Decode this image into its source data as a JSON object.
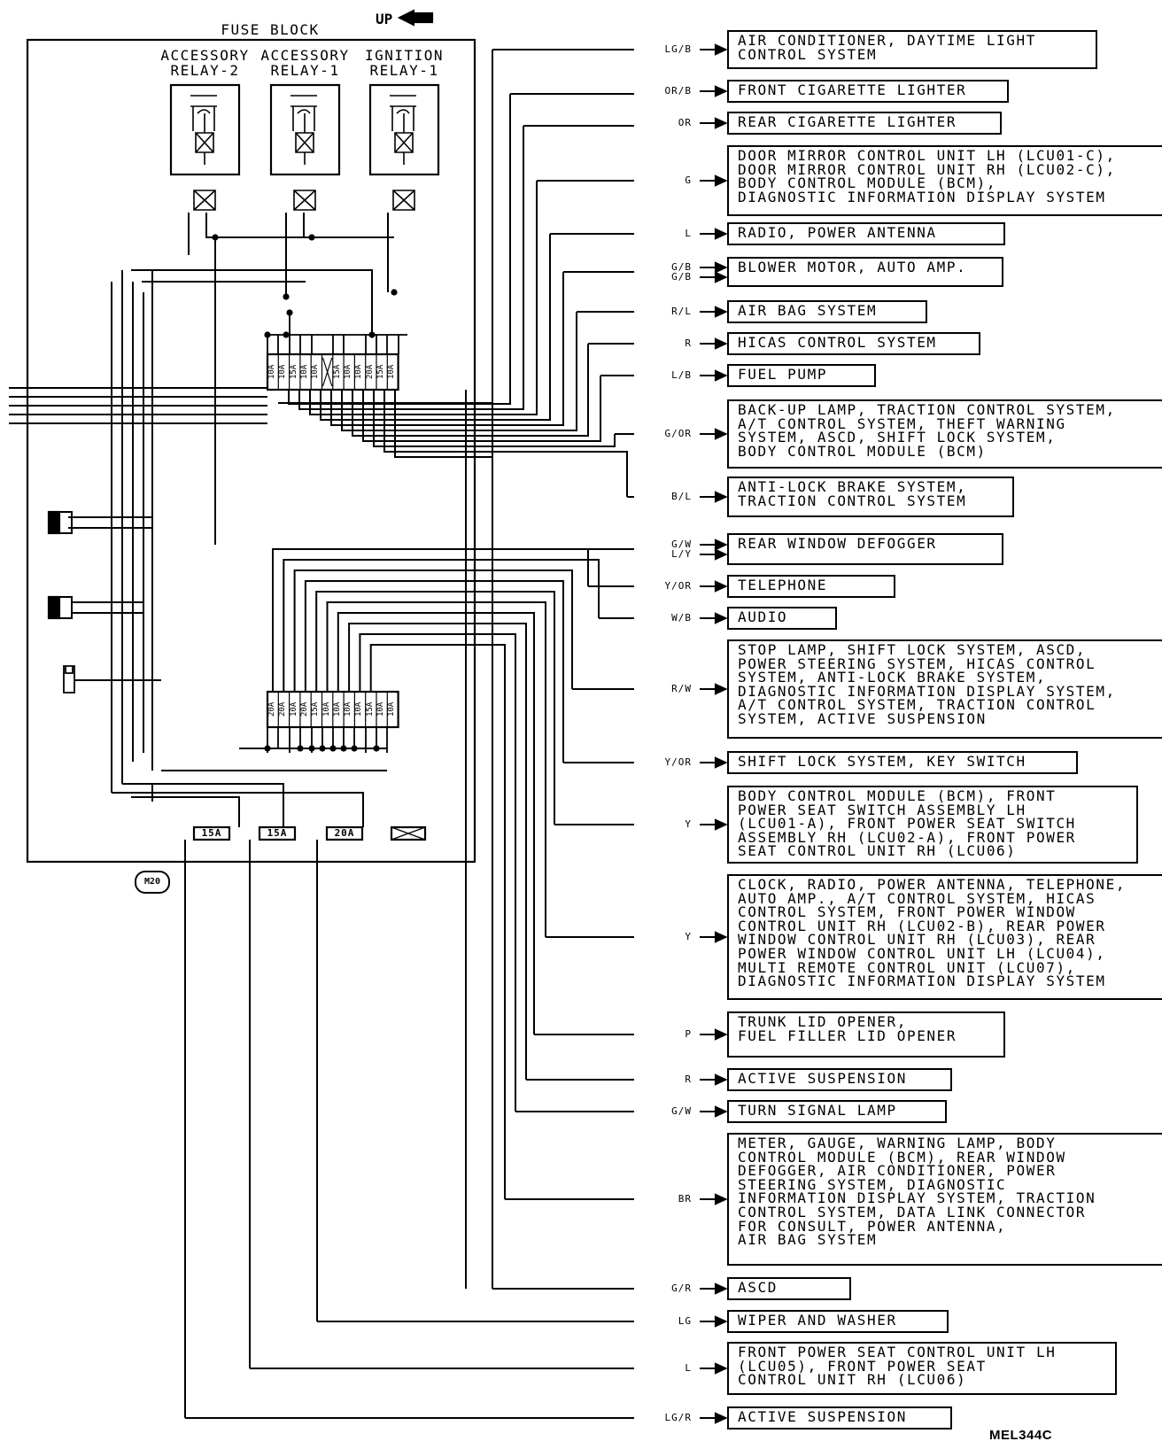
{
  "fuse_block": {
    "title": "FUSE BLOCK",
    "up_label": "UP",
    "relays": [
      {
        "line1": "ACCESSORY",
        "line2": "RELAY-2"
      },
      {
        "line1": "ACCESSORY",
        "line2": "RELAY-1"
      },
      {
        "line1": "IGNITION",
        "line2": "RELAY-1"
      }
    ],
    "upper_fuses": [
      "10A",
      "10A",
      "15A",
      "10A",
      "10A",
      "",
      "15A",
      "10A",
      "10A",
      "20A",
      "15A",
      "10A"
    ],
    "lower_fuses": [
      "20A",
      "20A",
      "10A",
      "20A",
      "15A",
      "10A",
      "10A",
      "10A",
      "10A",
      "15A",
      "10A",
      "10A"
    ],
    "bottom_fuses": [
      "15A",
      "15A",
      "20A"
    ],
    "connector_tag": "M20"
  },
  "circuits": [
    {
      "wire": "LG/B",
      "lines": [
        "AIR CONDITIONER, DAYTIME LIGHT",
        "CONTROL SYSTEM"
      ]
    },
    {
      "wire": "OR/B",
      "lines": [
        "FRONT CIGARETTE LIGHTER"
      ]
    },
    {
      "wire": "OR",
      "lines": [
        "REAR CIGARETTE LIGHTER"
      ]
    },
    {
      "wire": "G",
      "lines": [
        "DOOR MIRROR CONTROL UNIT LH (LCU01-C),",
        "DOOR MIRROR CONTROL UNIT RH (LCU02-C),",
        "BODY CONTROL MODULE (BCM),",
        "DIAGNOSTIC INFORMATION DISPLAY SYSTEM"
      ]
    },
    {
      "wire": "L",
      "lines": [
        "RADIO, POWER ANTENNA"
      ]
    },
    {
      "wire": "G/B",
      "wire2": "G/B",
      "lines": [
        "BLOWER MOTOR, AUTO AMP."
      ]
    },
    {
      "wire": "R/L",
      "lines": [
        "AIR BAG SYSTEM"
      ]
    },
    {
      "wire": "R",
      "lines": [
        "HICAS CONTROL SYSTEM"
      ]
    },
    {
      "wire": "L/B",
      "lines": [
        "FUEL PUMP"
      ]
    },
    {
      "wire": "G/OR",
      "lines": [
        "BACK-UP LAMP, TRACTION CONTROL SYSTEM,",
        "A/T CONTROL SYSTEM, THEFT WARNING",
        "SYSTEM, ASCD, SHIFT LOCK SYSTEM,",
        "BODY CONTROL MODULE (BCM)"
      ]
    },
    {
      "wire": "B/L",
      "lines": [
        "ANTI-LOCK BRAKE SYSTEM,",
        "TRACTION CONTROL SYSTEM"
      ]
    },
    {
      "wire": "G/W",
      "wire2": "L/Y",
      "lines": [
        "REAR WINDOW DEFOGGER"
      ]
    },
    {
      "wire": "Y/OR",
      "lines": [
        "TELEPHONE"
      ]
    },
    {
      "wire": "W/B",
      "lines": [
        "AUDIO"
      ]
    },
    {
      "wire": "R/W",
      "lines": [
        "STOP LAMP, SHIFT LOCK SYSTEM, ASCD,",
        "POWER STEERING SYSTEM, HICAS CONTROL",
        "SYSTEM, ANTI-LOCK BRAKE SYSTEM,",
        "DIAGNOSTIC INFORMATION DISPLAY SYSTEM,",
        "A/T CONTROL SYSTEM, TRACTION CONTROL",
        "SYSTEM, ACTIVE SUSPENSION"
      ]
    },
    {
      "wire": "Y/OR",
      "lines": [
        "SHIFT LOCK SYSTEM, KEY SWITCH"
      ]
    },
    {
      "wire": "Y",
      "lines": [
        "BODY CONTROL MODULE (BCM), FRONT",
        "POWER SEAT SWITCH ASSEMBLY LH",
        "(LCU01-A), FRONT POWER SEAT SWITCH",
        "ASSEMBLY RH (LCU02-A), FRONT POWER",
        "SEAT CONTROL UNIT RH (LCU06)"
      ]
    },
    {
      "wire": "Y",
      "lines": [
        "CLOCK, RADIO, POWER ANTENNA, TELEPHONE,",
        "AUTO AMP., A/T CONTROL SYSTEM, HICAS",
        "CONTROL SYSTEM, FRONT POWER WINDOW",
        "CONTROL UNIT RH (LCU02-B), REAR POWER",
        "WINDOW CONTROL UNIT RH (LCU03), REAR",
        "POWER WINDOW CONTROL UNIT LH (LCU04),",
        "MULTI REMOTE CONTROL UNIT (LCU07),",
        "DIAGNOSTIC INFORMATION DISPLAY SYSTEM"
      ]
    },
    {
      "wire": "P",
      "lines": [
        "TRUNK LID OPENER,",
        "FUEL FILLER LID OPENER"
      ]
    },
    {
      "wire": "R",
      "lines": [
        "ACTIVE SUSPENSION"
      ]
    },
    {
      "wire": "G/W",
      "lines": [
        "TURN SIGNAL LAMP"
      ]
    },
    {
      "wire": "BR",
      "lines": [
        "METER, GAUGE, WARNING LAMP, BODY",
        "CONTROL MODULE (BCM), REAR WINDOW",
        "DEFOGGER, AIR CONDITIONER, POWER",
        "STEERING SYSTEM, DIAGNOSTIC",
        "INFORMATION DISPLAY SYSTEM, TRACTION",
        "CONTROL SYSTEM, DATA LINK CONNECTOR",
        "FOR CONSULT, POWER ANTENNA,",
        "AIR BAG SYSTEM"
      ]
    },
    {
      "wire": "G/R",
      "lines": [
        "ASCD"
      ]
    },
    {
      "wire": "LG",
      "lines": [
        "WIPER AND WASHER"
      ]
    },
    {
      "wire": "L",
      "lines": [
        "FRONT POWER SEAT CONTROL UNIT LH",
        "(LCU05), FRONT POWER SEAT",
        "CONTROL UNIT RH (LCU06)"
      ]
    },
    {
      "wire": "LG/R",
      "lines": [
        "ACTIVE SUSPENSION"
      ]
    }
  ],
  "reference_code": "MEL344C"
}
